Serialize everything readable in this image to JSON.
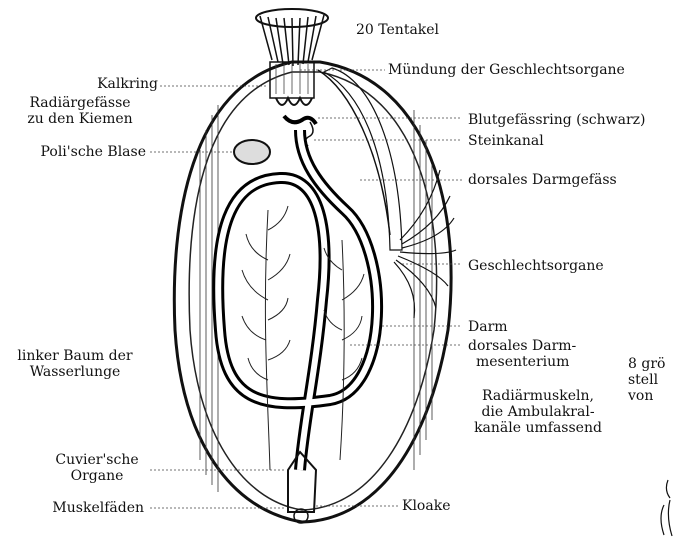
{
  "labels": {
    "tentakel": "20 Tentakel",
    "kalkring": "Kalkring",
    "radiaer_1": "Radiärgefässe",
    "radiaer_2": "zu den Kiemen",
    "poli": "Poli'sche Blase",
    "muendung": "Mündung der Geschlechtsorgane",
    "blutring": "Blutgefässring (schwarz)",
    "steinkanal": "Steinkanal",
    "dorsal_gefaess": "dorsales Darmgefäss",
    "geschlechtsorgane": "Geschlechtsorgane",
    "darm": "Darm",
    "mesenterium_1": "dorsales Darm-",
    "mesenterium_2": "mesenterium",
    "baum_1": "linker Baum der",
    "baum_2": "Wasserlunge",
    "radiaermuskeln_1": "Radiärmuskeln,",
    "radiaermuskeln_2": "die Ambulakral-",
    "radiaermuskeln_3": "kanäle umfassend",
    "cuvier_1": "Cuvier'sche",
    "cuvier_2": "Organe",
    "muskelfaeden": "Muskelfäden",
    "kloake": "Kloake",
    "cut_1": "8 grö",
    "cut_2": "stell",
    "cut_3": "von"
  }
}
